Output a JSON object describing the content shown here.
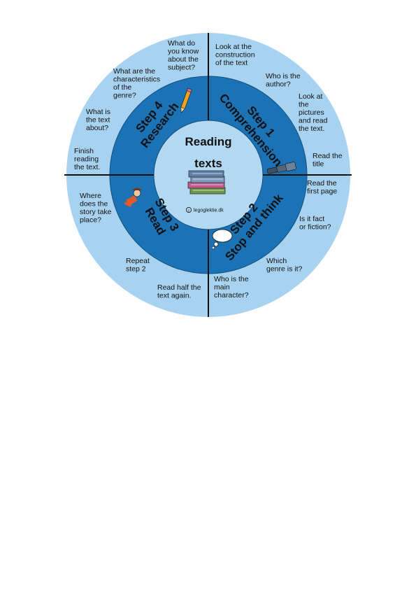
{
  "title": {
    "line1": "Reading",
    "line2": "texts"
  },
  "credit": "legoglektie.dk",
  "colors": {
    "outer_ring": "#a8d3f0",
    "middle_ring": "#1b73b6",
    "inner_circle": "#b3d9f2",
    "lines": "#111111"
  },
  "steps": [
    {
      "line1": "Step 1",
      "line2": "Comprehension",
      "icon": "telescope-icon"
    },
    {
      "line1": "Step 2",
      "line2": "Stop and think",
      "icon": "thought-bubble-icon"
    },
    {
      "line1": "Step 3",
      "line2": "Read",
      "icon": "reading-child-icon"
    },
    {
      "line1": "Step 4",
      "line2": "Research",
      "icon": "pencil-icon"
    }
  ],
  "tips": {
    "t1": [
      "Look at the",
      "construction",
      "of the text"
    ],
    "t2": [
      "Who is the",
      "author?"
    ],
    "t3": [
      "Look at",
      "the",
      "pictures",
      "and read",
      "the text."
    ],
    "t4": [
      "Read the",
      "title"
    ],
    "t5": [
      "Read the",
      "first page"
    ],
    "t6": [
      "Is it fact",
      "or fiction?"
    ],
    "t7": [
      "Which",
      "genre is it?"
    ],
    "t8": [
      "Who is the",
      "main",
      "character?"
    ],
    "t9": [
      "Read half the",
      "text again."
    ],
    "t10": [
      "Repeat",
      "step 2"
    ],
    "t11": [
      "Where",
      "does the",
      "story take",
      "place?"
    ],
    "t12": [
      "Finish",
      "reading",
      "the text."
    ],
    "t13": [
      "What is",
      "the text",
      "about?"
    ],
    "t14": [
      "What are the",
      "characteristics",
      "of the",
      "genre?"
    ],
    "t15": [
      "What do",
      "you know",
      "about the",
      "subject?"
    ]
  }
}
